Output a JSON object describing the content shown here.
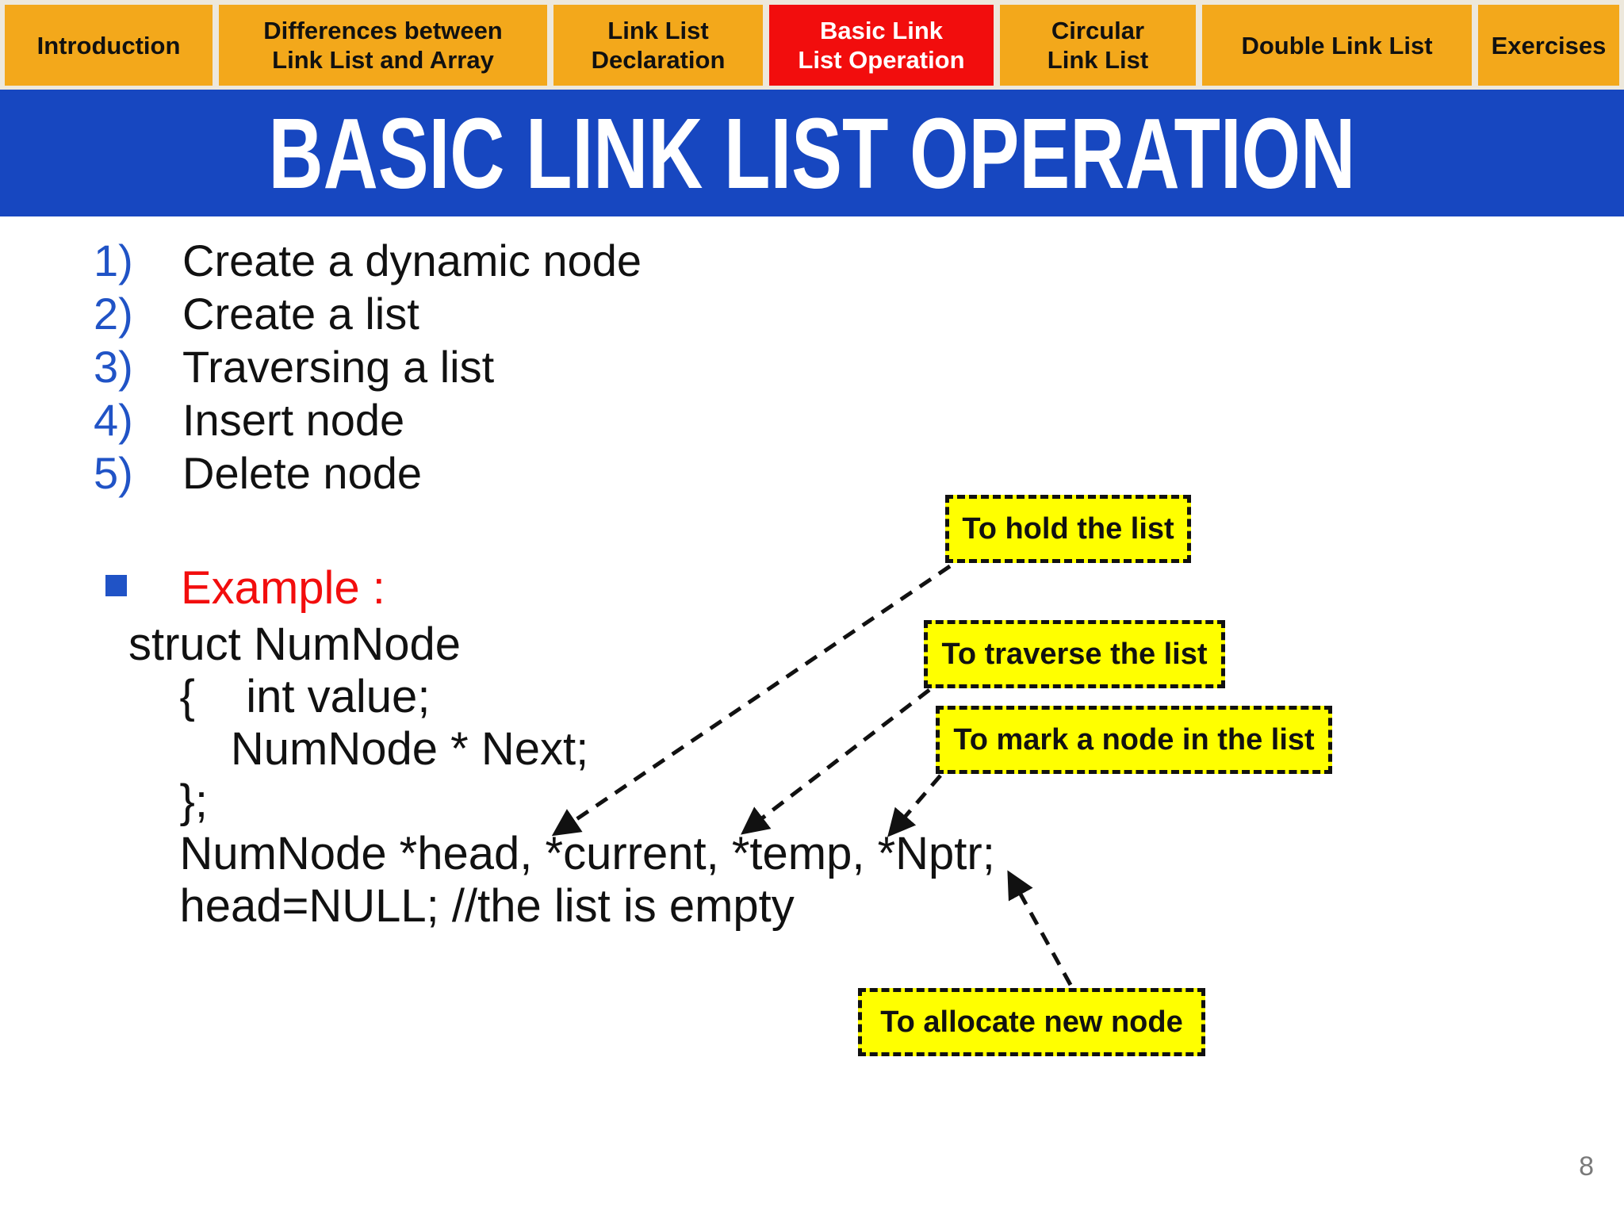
{
  "tabs": {
    "items": [
      {
        "label": "Introduction",
        "active": false
      },
      {
        "label": "Differences between\nLink List and Array",
        "active": false
      },
      {
        "label": "Link List\nDeclaration",
        "active": false
      },
      {
        "label": "Basic Link\nList Operation",
        "active": true
      },
      {
        "label": "Circular\nLink List",
        "active": false
      },
      {
        "label": "Double Link List",
        "active": false
      },
      {
        "label": "Exercises",
        "active": false
      }
    ]
  },
  "banner": {
    "title": "BASIC LINK LIST OPERATION"
  },
  "list": {
    "items": [
      {
        "num": "1)",
        "text": "Create a dynamic node"
      },
      {
        "num": "2)",
        "text": "Create a list"
      },
      {
        "num": "3)",
        "text": "Traversing a list"
      },
      {
        "num": "4)",
        "text": "Insert node"
      },
      {
        "num": "5)",
        "text": "Delete node"
      }
    ]
  },
  "example": {
    "label": "Example :"
  },
  "code": {
    "lines": [
      "struct NumNode",
      "    {    int value;",
      "        NumNode * Next;",
      "    };",
      "    NumNode *head, *current, *temp, *Nptr;",
      "    head=NULL; //the list is empty"
    ]
  },
  "callouts": {
    "hold": {
      "text": "To hold the list"
    },
    "traverse": {
      "text": "To traverse the list"
    },
    "mark": {
      "text": "To mark a node in the list"
    },
    "allocate": {
      "text": "To allocate new node"
    }
  },
  "page": {
    "number": "8"
  },
  "colors": {
    "tab_gold": "#F3A81B",
    "tab_active_red": "#F20D0D",
    "banner_blue": "#1747C0",
    "list_number_blue": "#2053C6",
    "example_red": "#F20D0D",
    "callout_yellow": "#FFFF00",
    "tabbar_beige": "#EDE8DC",
    "page_number_gray": "#7A7A7A"
  }
}
